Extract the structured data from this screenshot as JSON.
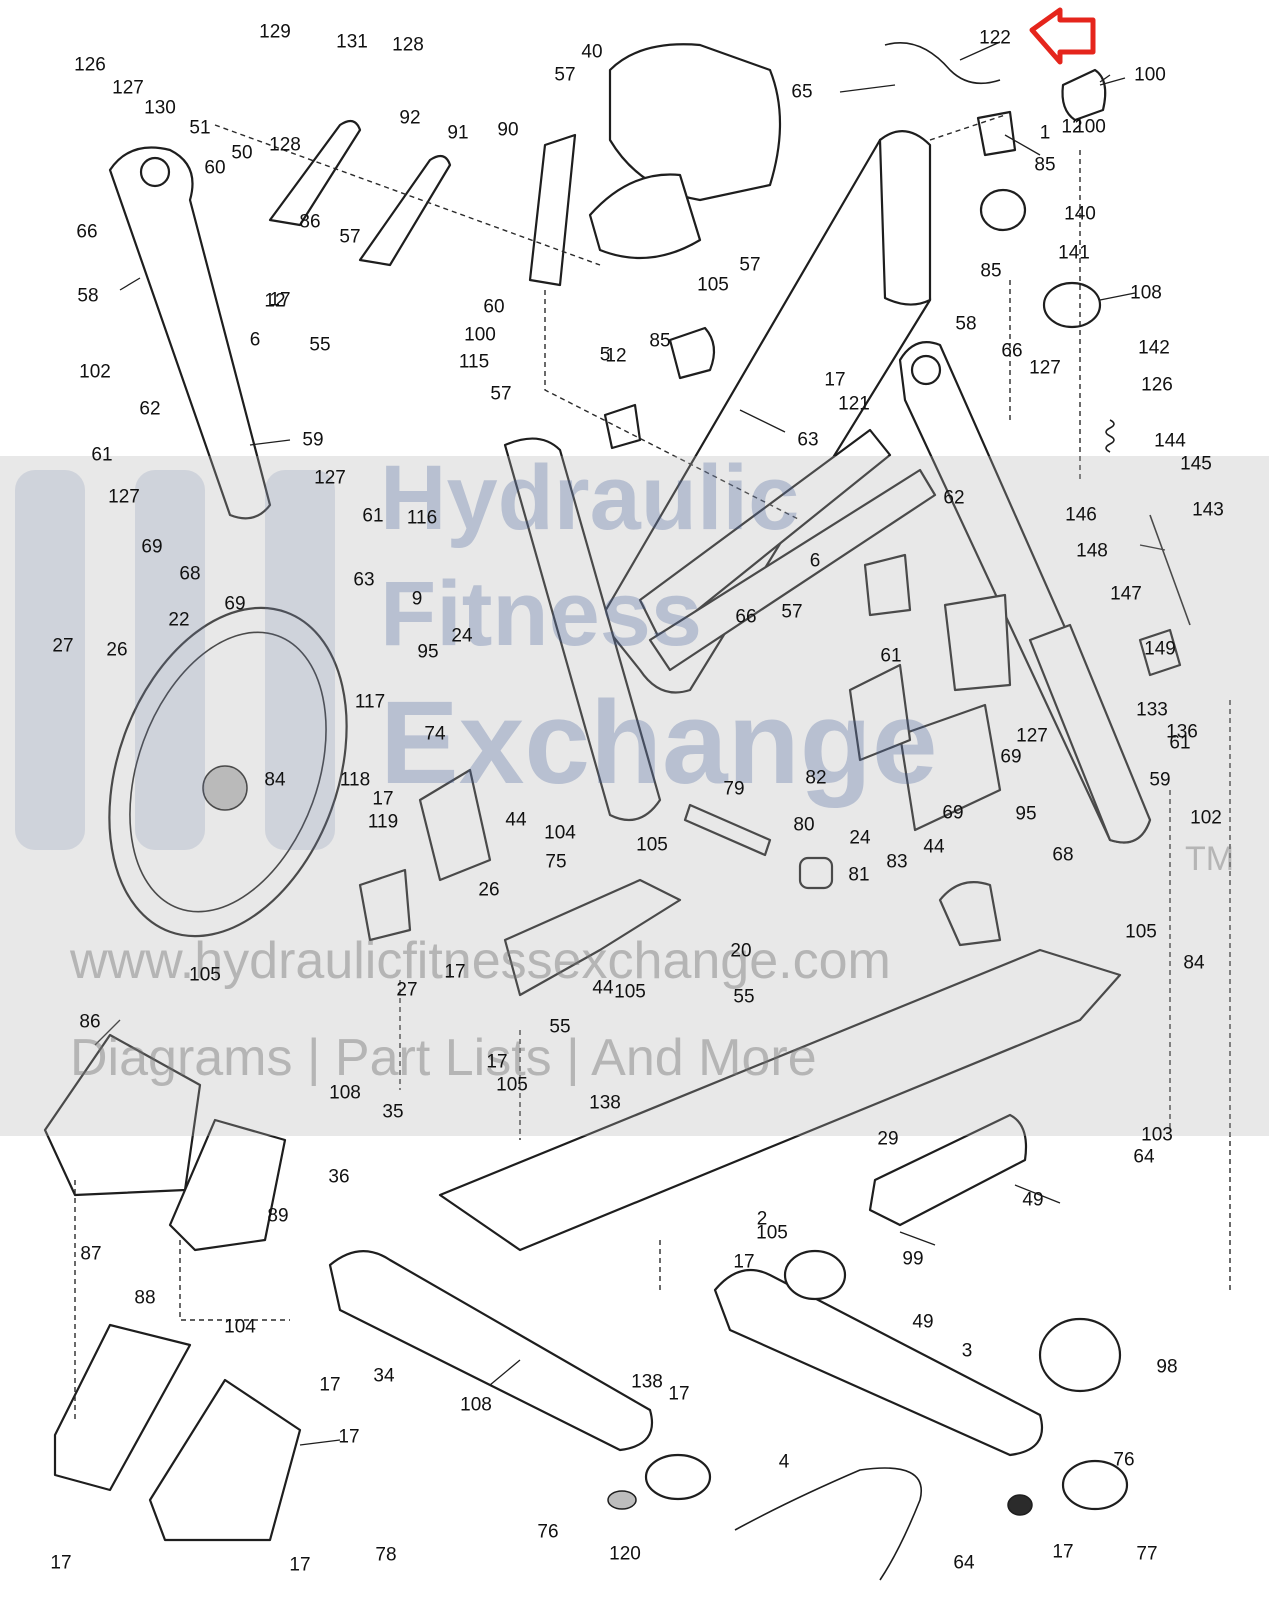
{
  "watermark": {
    "brand_line1": "Hydraulic",
    "brand_line2": "Fitness",
    "brand_line3": "Exchange",
    "trademark": "TM",
    "url": "www.hydraulicfitnessexchange.com",
    "tagline": "Diagrams | Part Lists | And More"
  },
  "highlight": {
    "color": "#e5251c",
    "target_part": "122"
  },
  "colors": {
    "line": "#1e1e1e",
    "band": "#b4b4b4",
    "brand_blue": "#3c5a96"
  },
  "callouts": [
    "126",
    "127",
    "130",
    "129",
    "51",
    "131",
    "128",
    "50",
    "128",
    "92",
    "60",
    "86",
    "57",
    "91",
    "90",
    "57",
    "40",
    "57",
    "122",
    "65",
    "100",
    "12",
    "85",
    "66",
    "58",
    "102",
    "17",
    "6",
    "55",
    "62",
    "61",
    "127",
    "59",
    "115",
    "57",
    "116",
    "127",
    "61",
    "69",
    "68",
    "69",
    "22",
    "27",
    "26",
    "84",
    "17",
    "63",
    "9",
    "95",
    "24",
    "117",
    "74",
    "75",
    "26",
    "27",
    "118",
    "119",
    "44",
    "104",
    "105",
    "105",
    "17",
    "55",
    "44",
    "105",
    "55",
    "17",
    "105",
    "138",
    "108",
    "35",
    "86",
    "87",
    "88",
    "89",
    "36",
    "104",
    "17",
    "34",
    "17",
    "17",
    "17",
    "78",
    "76",
    "120",
    "4",
    "108",
    "138",
    "17",
    "17",
    "105",
    "2",
    "29",
    "49",
    "99",
    "3",
    "49",
    "98",
    "76",
    "77",
    "17",
    "64",
    "103",
    "64",
    "69",
    "68",
    "105",
    "84",
    "95",
    "83",
    "24",
    "20",
    "80",
    "79",
    "81",
    "82",
    "57",
    "6",
    "62",
    "61",
    "69",
    "127",
    "59",
    "61",
    "102",
    "133",
    "136",
    "149",
    "147",
    "148",
    "143",
    "146",
    "145",
    "144",
    "126",
    "127",
    "66",
    "58",
    "121",
    "142",
    "108",
    "141",
    "140",
    "85",
    "12",
    "100",
    "1",
    "63",
    "66",
    "17",
    "12",
    "85",
    "5",
    "60",
    "100",
    "105",
    "44"
  ]
}
